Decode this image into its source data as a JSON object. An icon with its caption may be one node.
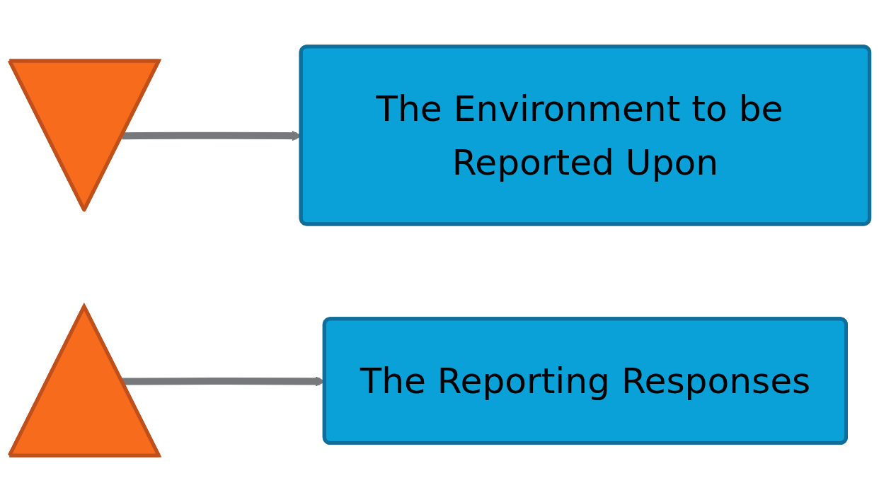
{
  "diagram": {
    "nodes": [
      {
        "text": [],
        "shape": "triangle"
      },
      {
        "text": [],
        "shape": "triangle"
      },
      {
        "text": [
          "The Environment to be Reported Upon"
        ]
      },
      {
        "text": [
          "The Reporting Responses"
        ]
      }
    ],
    "edges": [
      {
        "from": 0,
        "to": 2,
        "arrow": "to"
      },
      {
        "from": 1,
        "to": 3,
        "arrow": "to"
      }
    ]
  }
}
